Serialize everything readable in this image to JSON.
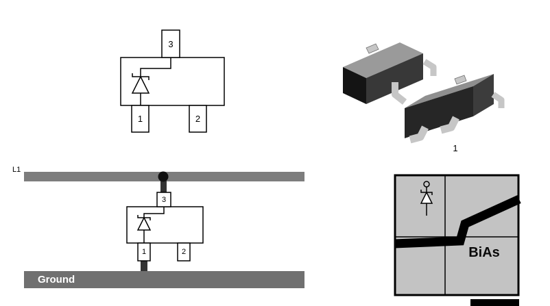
{
  "schematic": {
    "pins": {
      "p1": "1",
      "p2": "2",
      "p3": "3"
    }
  },
  "package_3d": {
    "pin1_label": "1"
  },
  "mounting": {
    "net_label": "L1",
    "pins": {
      "p1": "1",
      "p2": "2",
      "p3": "3"
    },
    "ground_label": "Ground"
  },
  "marking": {
    "code": "BiAs"
  },
  "colors": {
    "trace_gray": "#7d7d7d",
    "ground_gray": "#707070",
    "marking_bg": "#c3c3c3"
  }
}
